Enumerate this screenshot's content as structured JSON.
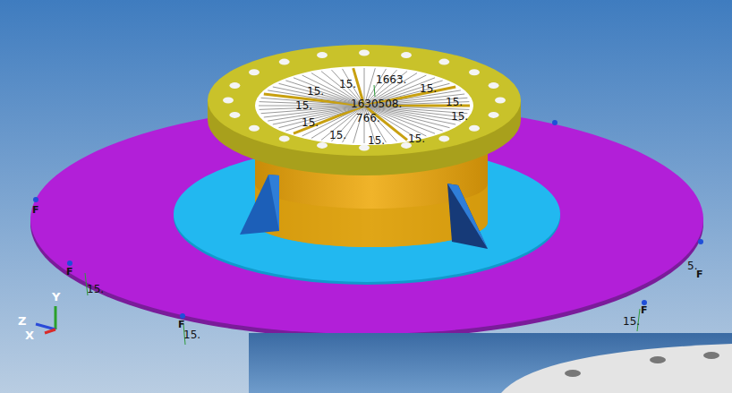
{
  "diagram": {
    "labels": [
      "15.",
      "15.",
      "1663.",
      "15.",
      "15.",
      "1630508.",
      "15.",
      "766.",
      "15.",
      "15.",
      "15.",
      "15.",
      "15.",
      "15.",
      "15.",
      "15.",
      "5.",
      "F",
      "F",
      "F",
      "F",
      "F",
      "Y",
      "Z",
      "X"
    ]
  }
}
